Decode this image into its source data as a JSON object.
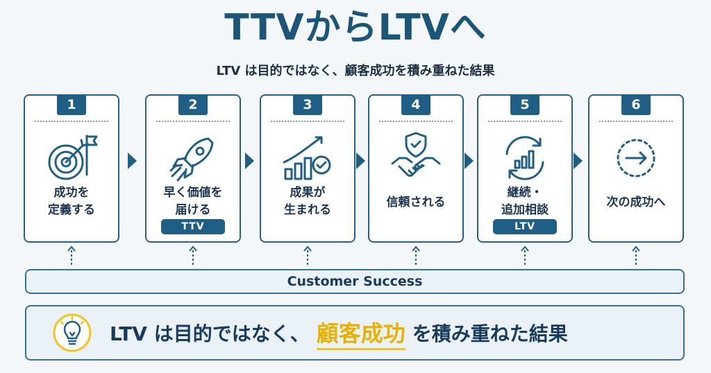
{
  "title": "TTVからLTVへ",
  "subtitle": "LTV は目的ではなく、顧客成功を積み重ねた結果",
  "steps": [
    {
      "num": "1",
      "line1": "成功を",
      "line2": "定義する",
      "badge": "",
      "icon": "target-flag-icon"
    },
    {
      "num": "2",
      "line1": "早く価値を",
      "line2": "届ける",
      "badge": "TTV",
      "icon": "rocket-icon"
    },
    {
      "num": "3",
      "line1": "成果が",
      "line2": "生まれる",
      "badge": "",
      "icon": "growth-chart-check-icon"
    },
    {
      "num": "4",
      "line1": "信頼される",
      "line2": "",
      "badge": "",
      "icon": "handshake-shield-icon"
    },
    {
      "num": "5",
      "line1": "継続・",
      "line2": "追加相談",
      "badge": "LTV",
      "icon": "cycle-chart-icon"
    },
    {
      "num": "6",
      "line1": "次の成功へ",
      "line2": "",
      "badge": "",
      "icon": "next-arrow-circle-icon"
    }
  ],
  "foundation": "Customer Success",
  "bottom": {
    "prefix": "LTV は目的ではなく、",
    "highlight": "顧客成功",
    "suffix": "を積み重ねた結果",
    "icon": "lightbulb-icon"
  },
  "colors": {
    "primary": "#1f5f86",
    "accent": "#f0c419",
    "background": "#f4f7fa"
  }
}
